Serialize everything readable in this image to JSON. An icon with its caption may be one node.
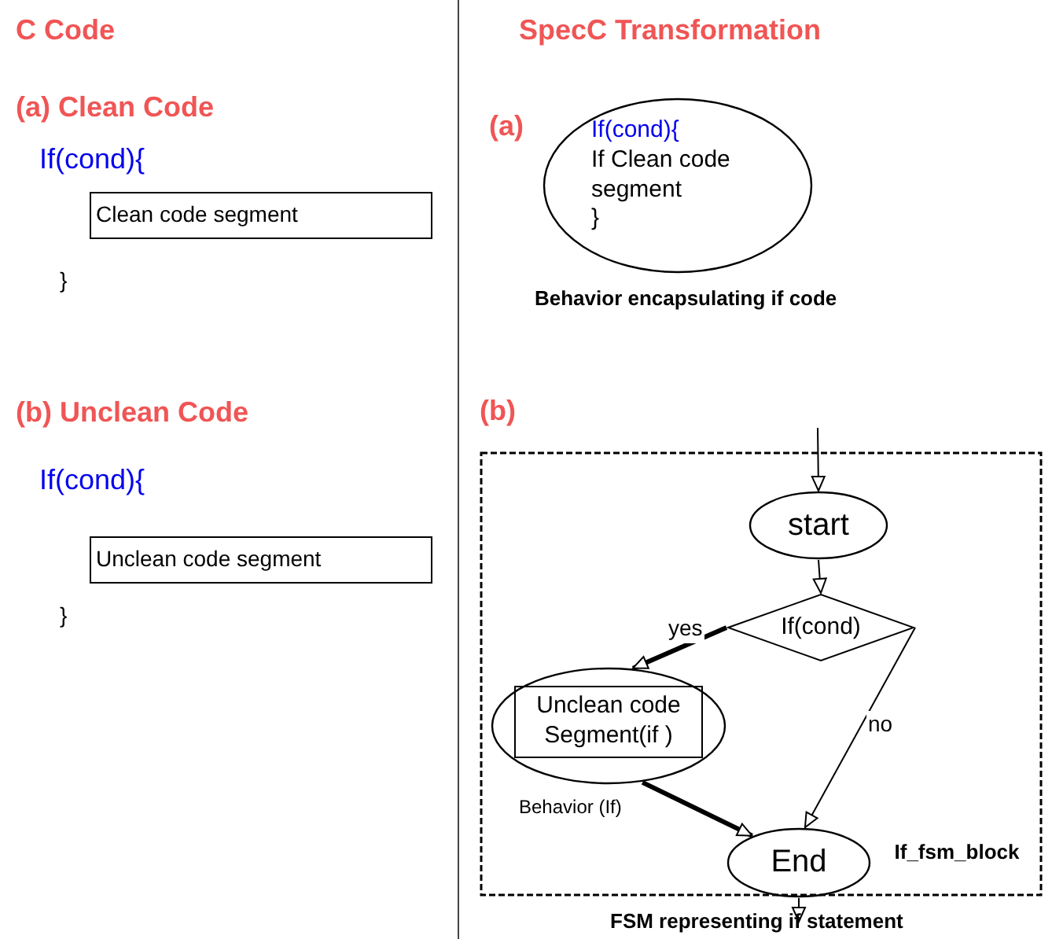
{
  "diagram": {
    "nodes": [
      {
        "text": [
          "Clean code segment"
        ]
      },
      {
        "text": [
          "Unclean code segment"
        ]
      },
      {
        "text": [
          "If(cond){",
          "If Clean code segment",
          "}"
        ],
        "beside": [
          "Behavior encapsulating if code"
        ]
      },
      {
        "text": [
          "If_fsm_block"
        ],
        "beside": [
          "FSM representing if statement"
        ]
      },
      {
        "text": [
          "start"
        ],
        "in": 3
      },
      {
        "text": [
          "If(cond)"
        ],
        "in": 3
      },
      {
        "text": [],
        "shape": "ellipse",
        "in": 3,
        "beside": [
          "Behavior (If)"
        ]
      },
      {
        "text": [
          "Unclean code Segment(if )"
        ],
        "in": 6
      },
      {
        "text": [
          "End"
        ],
        "in": 3
      }
    ],
    "edges": [
      {
        "from": null,
        "to": 4,
        "arrow": "to"
      },
      {
        "from": 4,
        "to": 5,
        "arrow": "to"
      },
      {
        "from": 5,
        "to": 6,
        "arrow": "to",
        "label": "yes",
        "style": "thick"
      },
      {
        "from": 5,
        "to": 8,
        "arrow": "to",
        "label": "no"
      },
      {
        "from": 6,
        "to": 8,
        "arrow": "to",
        "style": "thick"
      },
      {
        "from": 8,
        "to": null,
        "arrow": "to"
      }
    ],
    "labels": [
      "C Code",
      "SpecC Transformation",
      "(a) Clean Code",
      "(a)",
      "If(cond){",
      "}",
      "(b) Unclean Code",
      "(b)",
      "If(cond){",
      "}"
    ]
  }
}
